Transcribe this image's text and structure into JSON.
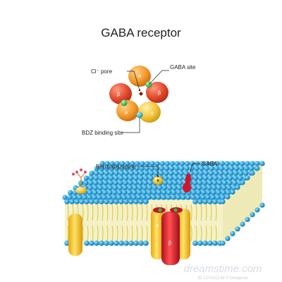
{
  "title": "GABA  receptor",
  "labels": {
    "cl_pore": "Cl⁻ pore",
    "gaba_site": "GABA site",
    "bdz_site": "BDZ binding site",
    "benzodiazepine": "Benzodiazepine",
    "gaba": "GABA"
  },
  "subunits": {
    "alpha": "α",
    "beta": "β",
    "gamma": "γ"
  },
  "watermark": {
    "brand": "dreamstime.com",
    "id": "ID 127431234 © Designua"
  },
  "colors": {
    "membrane_top": "#8fd3ee",
    "bead_blue": "#2a9fd6",
    "tail_yellow": "#d9c53a",
    "subunit_red": "#e24a2c",
    "subunit_orange": "#f39a2a",
    "subunit_yellow": "#f2c43c",
    "gaba_red": "#d1152a",
    "bdz_yellow": "#f2c40f",
    "site_green": "#2fbf4a",
    "site_teal": "#2ab3c8",
    "ligand_pink": "#e05070"
  },
  "icons": {
    "glycoprotein": "glycoprotein-icon",
    "channel": "ion-channel-icon"
  }
}
